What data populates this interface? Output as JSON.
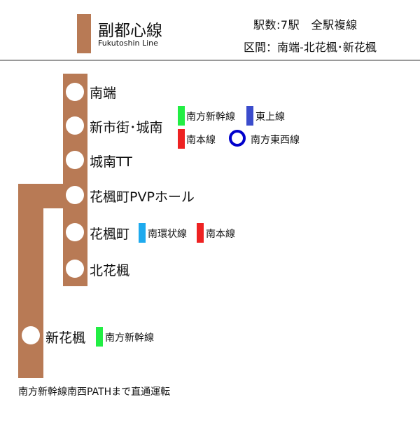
{
  "header": {
    "line_name": "副都心線",
    "line_name_en": "Fukutoshin Line",
    "station_count": "駅数:7駅　全駅複線",
    "section": "区間：南端-北花楓･新花楓",
    "line_color": "#b87a55"
  },
  "stations": {
    "nantan": {
      "name": "南端"
    },
    "shinichigai": {
      "name": "新市街･城南",
      "transfers": {
        "nanpo_shinkansen": {
          "name": "南方新幹線",
          "color": "#22ee44"
        },
        "tojo": {
          "name": "東上線",
          "color": "#3b4ccc"
        },
        "nanhon": {
          "name": "南本線",
          "color": "#ee2222"
        },
        "nanpo_tozai": {
          "name": "南方東西線",
          "color": "#0000cc"
        }
      }
    },
    "jonan_tt": {
      "name": "城南TT"
    },
    "kafucho_pvp": {
      "name": "花楓町PVPホール"
    },
    "kafucho": {
      "name": "花楓町",
      "transfers": {
        "nankan": {
          "name": "南環状線",
          "color": "#1eaaee"
        },
        "nanhon": {
          "name": "南本線",
          "color": "#ee2222"
        }
      }
    },
    "kitakafu": {
      "name": "北花楓"
    },
    "shinkafu": {
      "name": "新花楓",
      "transfers": {
        "nanpo_shinkansen": {
          "name": "南方新幹線",
          "color": "#22ee44"
        }
      }
    }
  },
  "footnote": "南方新幹線南西PATHまで直通運転"
}
